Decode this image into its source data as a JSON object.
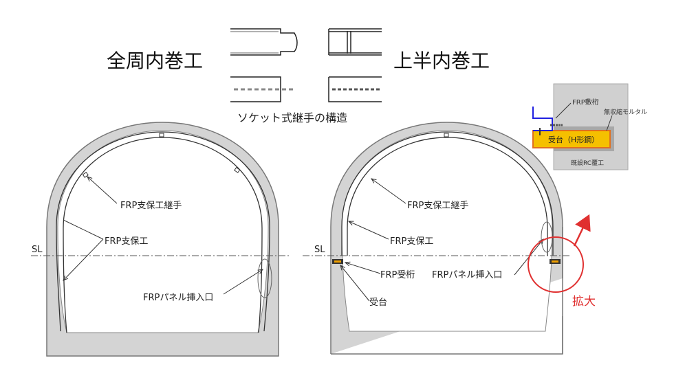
{
  "titles": {
    "full": "全周内巻工",
    "upper": "上半内巻工"
  },
  "socket_caption": "ソケット式継手の構造",
  "left": {
    "joint": "FRP支保工継手",
    "support": "FRP支保工",
    "sl": "SL",
    "insert": "FRPパネル挿入口"
  },
  "right": {
    "joint": "FRP支保工継手",
    "support": "FRP支保工",
    "sl": "SL",
    "beam": "FRP受桁",
    "insert": "FRPパネル挿入口",
    "base": "受台"
  },
  "inset": {
    "beam": "FRP敷桁",
    "mortar": "無収縮モルタル",
    "base": "受台（H形鋼）",
    "existing": "既設RC覆工"
  },
  "zoom_label": "拡大",
  "colors": {
    "concrete": "#d4d4d4",
    "accent": "#e03030",
    "base": "#f5c000",
    "base_edge": "#e07020",
    "frp": "#2020e0"
  }
}
